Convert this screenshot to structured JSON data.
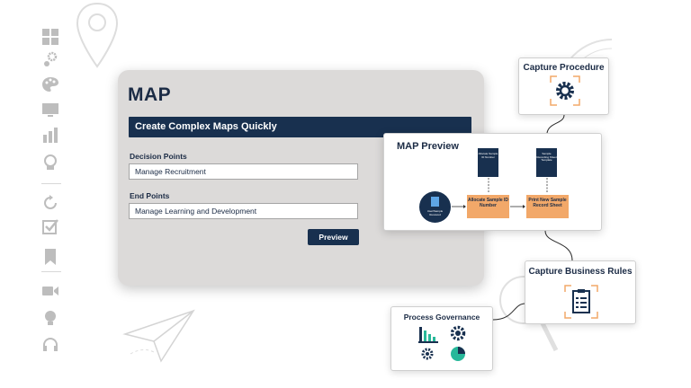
{
  "map_card": {
    "title": "MAP",
    "banner": "Create Complex Maps Quickly",
    "decision_label": "Decision Points",
    "decision_value": "Manage Recruitment",
    "end_label": "End Points",
    "end_value": "Manage Learning and Development",
    "preview_button": "Preview"
  },
  "preview_card": {
    "title": "MAP Preview",
    "doc1": "Allocate Sample ID Number",
    "doc2": "Sample Recording Sheet Template",
    "start_label": "User/Sample Received",
    "step1": "Allocate Sample ID Number",
    "step2": "Print New Sample Record Sheet"
  },
  "capture_procedure": {
    "title": "Capture Procedure",
    "icon": "gear-icon"
  },
  "capture_rules": {
    "title": "Capture Business Rules",
    "icon": "clipboard-list-icon"
  },
  "governance": {
    "title": "Process Governance",
    "icons": [
      "bar-chart-icon",
      "gear-icon",
      "gear-icon",
      "pie-chart-icon"
    ]
  },
  "colors": {
    "navy": "#18304f",
    "orange": "#f2a869",
    "teal": "#28b89a",
    "accent_blue": "#5ea6e6",
    "card_grey": "#dcdad9"
  }
}
